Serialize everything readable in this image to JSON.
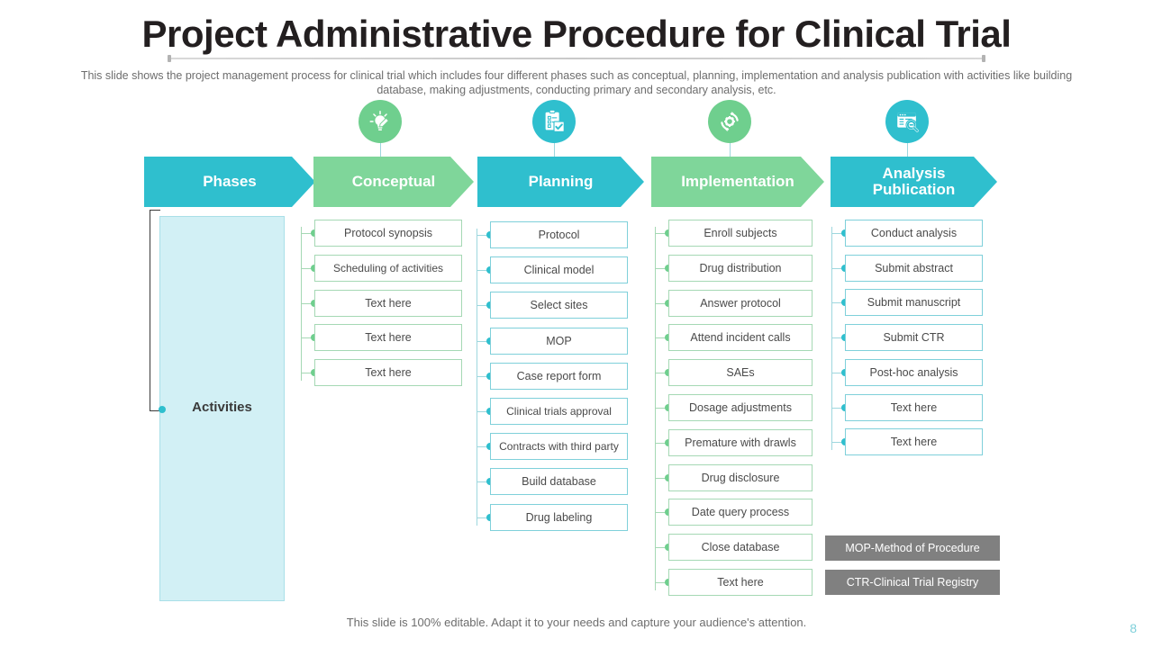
{
  "title": "Project Administrative Procedure for Clinical Trial",
  "subtitle": "This slide shows the project management process for clinical trial which includes four different  phases such as conceptual, planning, implementation and analysis publication with activities like building database, making adjustments, conducting primary and secondary analysis, etc.",
  "footer": "This slide is 100% editable. Adapt it to your needs and capture your audience's attention.",
  "page_number": "8",
  "colors": {
    "teal": "#2fbfce",
    "green": "#7fd69a",
    "green_icon": "#6fcf8e",
    "activities_fill": "#d2f0f5",
    "legend_gray": "#808080",
    "title_text": "#231f20",
    "body_text": "#6d6d6d"
  },
  "phases_header": {
    "label": "Phases",
    "color": "teal"
  },
  "activities": {
    "label": "Activities"
  },
  "columns": [
    {
      "id": "conceptual",
      "label": "Conceptual",
      "color": "green",
      "icon": "lightbulb-pencil-icon",
      "items": [
        "Protocol synopsis",
        "Scheduling of activities",
        "Text here",
        "Text here",
        "Text here"
      ]
    },
    {
      "id": "planning",
      "label": "Planning",
      "color": "teal",
      "icon": "clipboard-checklist-icon",
      "items": [
        "Protocol",
        "Clinical model",
        "Select sites",
        "MOP",
        "Case report form",
        "Clinical trials approval",
        "Contracts with third party",
        "Build database",
        "Drug labeling"
      ]
    },
    {
      "id": "implementation",
      "label": "Implementation",
      "color": "green",
      "icon": "gear-refresh-icon",
      "items": [
        "Enroll subjects",
        "Drug distribution",
        "Answer protocol",
        "Attend incident calls",
        "SAEs",
        "Dosage adjustments",
        "Premature with drawls",
        "Drug disclosure",
        "Date query process",
        "Close database",
        "Text here"
      ]
    },
    {
      "id": "analysis-publication",
      "label": "Analysis\nPublication",
      "label_line1": "Analysis",
      "label_line2": "Publication",
      "color": "teal",
      "icon": "browser-search-icon",
      "items": [
        "Conduct analysis",
        "Submit abstract",
        "Submit manuscript",
        "Submit CTR",
        "Post-hoc analysis",
        "Text here",
        "Text here"
      ]
    }
  ],
  "legend": [
    "MOP-Method of Procedure",
    "CTR-Clinical  Trial Registry"
  ]
}
